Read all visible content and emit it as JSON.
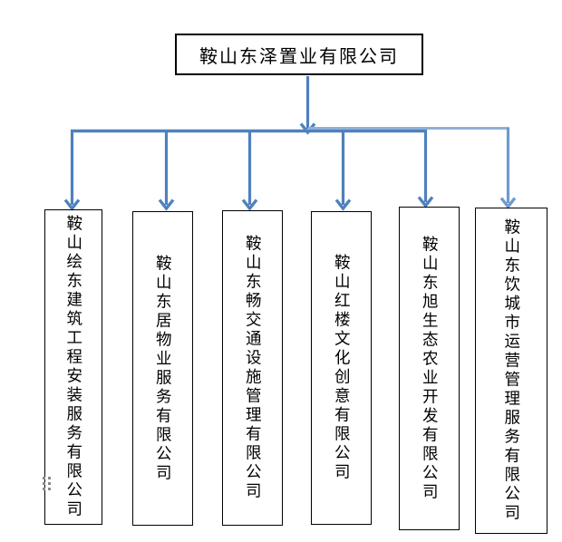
{
  "page": {
    "background": "#ffffff"
  },
  "colors": {
    "connector": "#4f81bd",
    "connector_light": "#8fafd9",
    "connector_mid": "#6f9ace",
    "box_border": "#000000",
    "text": "#000000",
    "handle_dots": "#8a8a8a"
  },
  "icons": {
    "drag_handle": "dots-grid-icon"
  },
  "org": {
    "root": {
      "name": "鞍山东泽置业有限公司"
    },
    "children": [
      {
        "name": "鞍山绘东建筑工程安装服务有限公司"
      },
      {
        "name": "鞍山东居物业服务有限公司"
      },
      {
        "name": "鞍山东畅交通设施管理有限公司"
      },
      {
        "name": "鞍山红楼文化创意有限公司"
      },
      {
        "name": "鞍山东旭生态农业开发有限公司"
      },
      {
        "name": "鞍山东饮城市运营管理服务有限公司"
      }
    ]
  }
}
